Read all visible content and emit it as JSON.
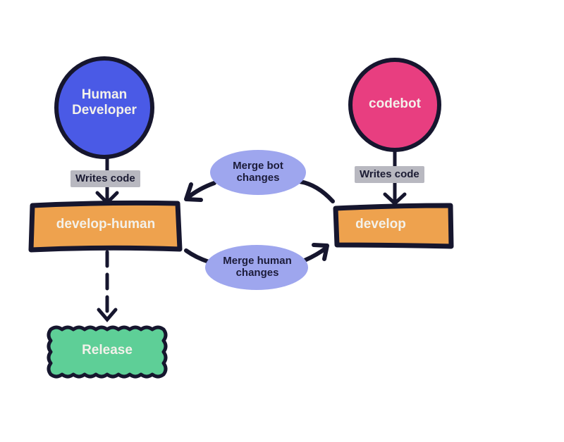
{
  "diagram": {
    "colors": {
      "stroke": "#16162e",
      "human": "#4a5ae6",
      "bot": "#e83e80",
      "branch": "#eea24e",
      "release": "#5ecf97",
      "merge": "#9ea6ee",
      "tag": "#b8b8c0"
    },
    "nodes": {
      "human_developer": {
        "line1": "Human",
        "line2": "Developer"
      },
      "codebot": {
        "label": "codebot"
      },
      "develop_human": {
        "label": "develop-human"
      },
      "develop": {
        "label": "develop"
      },
      "release": {
        "label": "Release"
      }
    },
    "edges": {
      "human_writes": {
        "label": "Writes code"
      },
      "bot_writes": {
        "label": "Writes code"
      },
      "merge_bot": {
        "line1": "Merge bot",
        "line2": "changes"
      },
      "merge_human": {
        "line1": "Merge human",
        "line2": "changes"
      }
    }
  }
}
